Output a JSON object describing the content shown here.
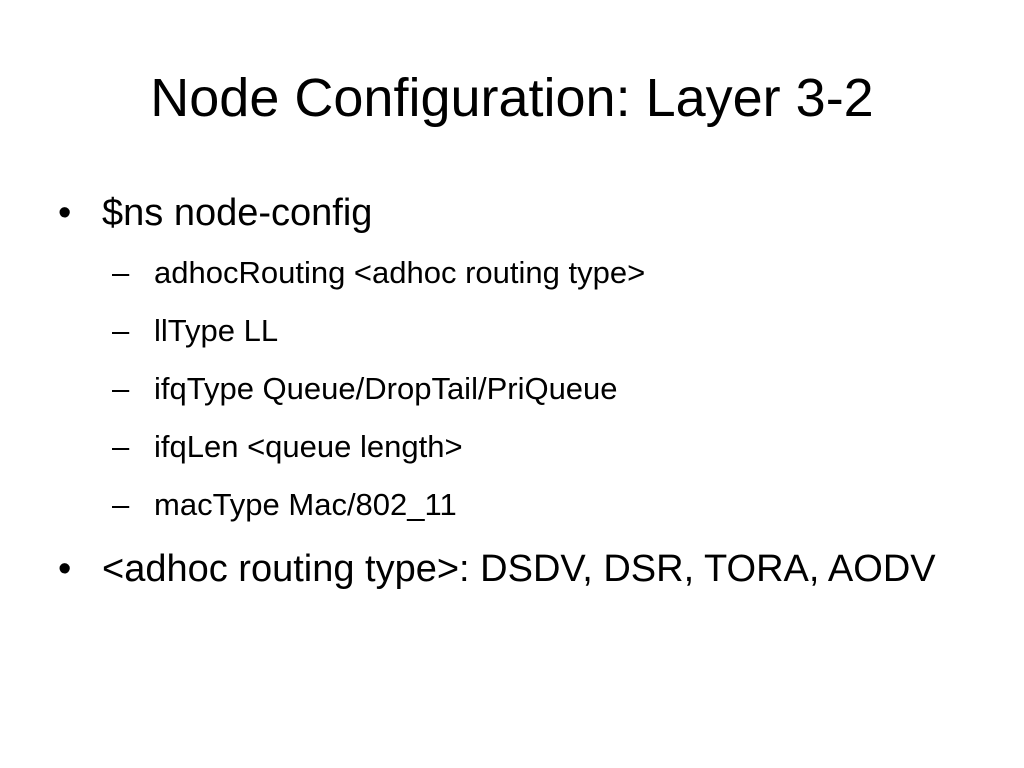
{
  "title": "Node Configuration: Layer 3-2",
  "bullet_glyph": "•",
  "dash_glyph": "–",
  "bullets": [
    {
      "text": "$ns node-config",
      "sub_items": [
        "adhocRouting <adhoc routing type>",
        "llType LL",
        "ifqType Queue/DropTail/PriQueue",
        "ifqLen <queue length>",
        "macType Mac/802_11"
      ]
    },
    {
      "text": "<adhoc routing type>: DSDV, DSR, TORA, AODV",
      "sub_items": []
    }
  ]
}
